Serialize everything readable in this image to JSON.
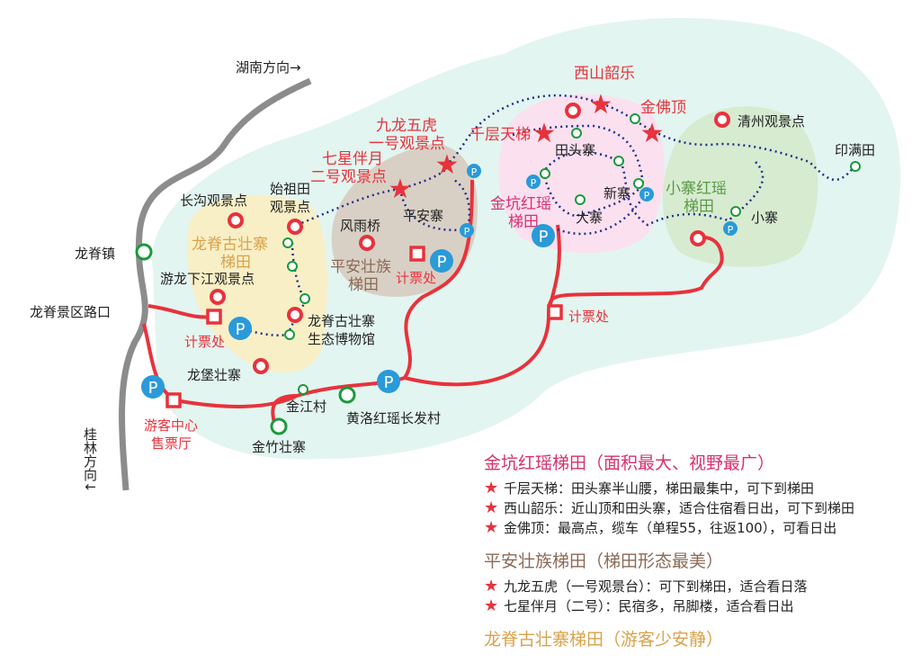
{
  "colors": {
    "road": "#e8323c",
    "trail": "#1f2f8a",
    "station": "#1a9a3c",
    "parking": "#2a9ad8",
    "longji": "#d9a24a",
    "pingan": "#8a6a55",
    "jinkeng": "#d9306e",
    "xiaozhai": "#5a9a45"
  },
  "directions": {
    "hunan": "湖南方向→",
    "guilin": "桂林方向↓"
  },
  "places": {
    "longji_town": "龙脊镇",
    "junction": "龙脊景区路口",
    "changgou": "长沟观景点",
    "shizutian_1": "始祖田",
    "shizutian_2": "观景点",
    "youlong": "游龙下江观景点",
    "ticket_1": "计票处",
    "museum_1": "龙脊古壮寨",
    "museum_2": "生态博物馆",
    "longbao": "龙堡壮寨",
    "visitor_1": "游客中心",
    "visitor_2": "售票厅",
    "jinjiang": "金江村",
    "jinzhu": "金竹壮寨",
    "huangluo": "黄洛红瑶长发村",
    "fengyu": "风雨桥",
    "pingan_village": "平安寨",
    "ticket_2": "计票处",
    "qixing_1": "七星伴月",
    "qixing_2": "二号观景点",
    "jiulong_1": "九龙五虎",
    "jiulong_2": "一号观景点",
    "qianceng": "千层天梯",
    "xishan": "西山韶乐",
    "jinfo": "金佛顶",
    "tiantou": "田头寨",
    "xinzhai": "新寨",
    "dazhai": "大寨",
    "ticket_3": "计票处",
    "xiaozhai": "小寨",
    "qingzhou": "清州观景点",
    "yinman": "印满田"
  },
  "areas": {
    "longji_1": "龙脊古壮寨",
    "longji_2": "梯田",
    "pingan_1": "平安壮族",
    "pingan_2": "梯田",
    "jinkeng_1": "金坑红瑶",
    "jinkeng_2": "梯田",
    "xiaozhai_1": "小寨红瑶",
    "xiaozhai_2": "梯田"
  },
  "parking_label": "P",
  "legend": [
    {
      "title": "金坑红瑶梯田（面积最大、视野最广）",
      "color": "#d9306e",
      "items": [
        "千层天梯：田头寨半山腰，梯田最集中，可下到梯田",
        "西山韶乐：近山顶和田头寨，适合住宿看日出，可下到梯田",
        "金佛顶：最高点，缆车（单程55，往返100），可看日出"
      ]
    },
    {
      "title": "平安壮族梯田（梯田形态最美）",
      "color": "#8a6a55",
      "items": [
        "九龙五虎（一号观景台）：可下到梯田，适合看日落",
        "七星伴月（二号）：民宿多，吊脚楼，适合看日出"
      ]
    },
    {
      "title": "龙脊古壮寨梯田（游客少安静）",
      "color": "#d9a24a",
      "items": []
    }
  ]
}
